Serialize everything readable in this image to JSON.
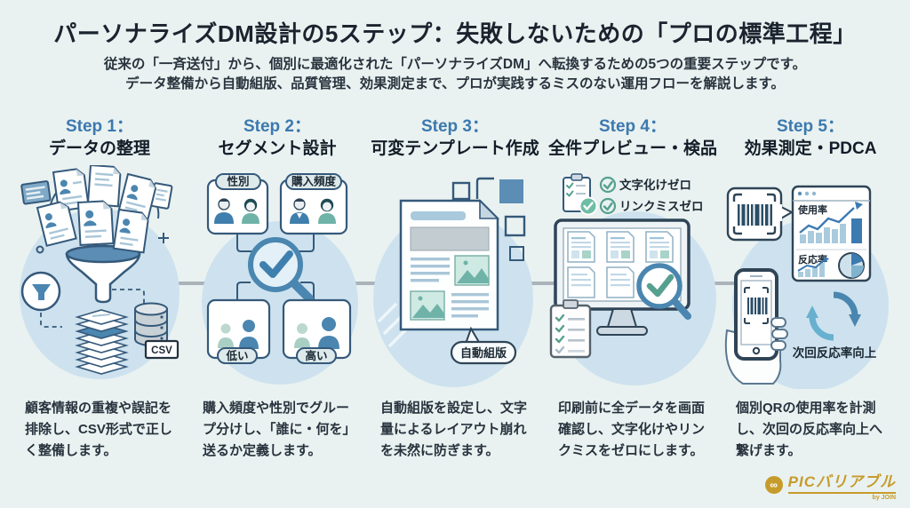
{
  "header": {
    "title": "パーソナライズDM設計の5ステップ：失敗しないための「プロの標準工程」",
    "subtitle1": "従来の「一斉送付」から、個別に最適化された「パーソナライズDM」へ転換するための5つの重要ステップです。",
    "subtitle2": "データ整備から自動組版、品質管理、効果測定まで、プロが実践するミスのない運用フローを解説します。"
  },
  "steps": [
    {
      "label": "Step 1：",
      "name": "データの整理",
      "description": "顧客情報の重複や誤記を排除し、CSV形式で正しく整備します。",
      "labels": {
        "csv": "CSV"
      }
    },
    {
      "label": "Step 2：",
      "name": "セグメント設計",
      "description": "購入頻度や性別でグループ分けし、「誰に・何を」送るか定義します。",
      "labels": {
        "gender": "性別",
        "frequency": "購入頻度",
        "low": "低い",
        "high": "高い"
      }
    },
    {
      "label": "Step 3：",
      "name": "可変テンプレート作成",
      "description": "自動組版を設定し、文字量によるレイアウト崩れを未然に防ぎます。",
      "labels": {
        "auto_layout": "自動組版"
      }
    },
    {
      "label": "Step 4：",
      "name": "全件プレビュー・検品",
      "description": "印刷前に全データを画面確認し、文字化けやリンクミスをゼロにします。",
      "labels": {
        "check1": "文字化けゼロ",
        "check2": "リンクミスゼロ"
      }
    },
    {
      "label": "Step 5：",
      "name": "効果測定・PDCA",
      "description": "個別QRの使用率を計測し、次回の反応率向上へ繋げます。",
      "labels": {
        "usage": "使用率",
        "response": "反応率",
        "next_cycle": "次回反応率向上"
      }
    }
  ],
  "footer": {
    "brand": "PICバリアブル",
    "brand_sub": "by JOIN",
    "logo_glyph": "∞"
  },
  "colors": {
    "background": "#e9f2f1",
    "blob": "#cde2ee",
    "step_accent": "#3c79ae",
    "dark_text": "#1b242e",
    "outline": "#35597a",
    "person_blue": "#3f7fae",
    "person_teal": "#6fb3a8",
    "check_green": "#56a08f",
    "brand_gold": "#c79b2b",
    "connector_gray": "#a9b3b9"
  }
}
